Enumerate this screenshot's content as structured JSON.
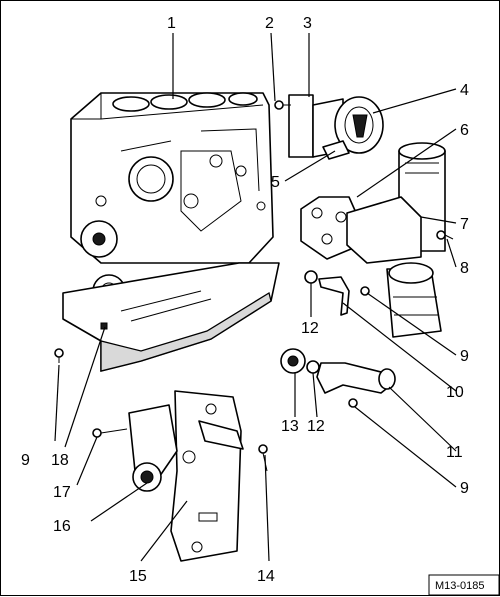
{
  "callouts": [
    {
      "id": "c1",
      "text": "1"
    },
    {
      "id": "c2",
      "text": "2"
    },
    {
      "id": "c3",
      "text": "3"
    },
    {
      "id": "c4",
      "text": "4"
    },
    {
      "id": "c5",
      "text": "5"
    },
    {
      "id": "c6",
      "text": "6"
    },
    {
      "id": "c7",
      "text": "7"
    },
    {
      "id": "c8",
      "text": "8"
    },
    {
      "id": "c9a",
      "text": "9"
    },
    {
      "id": "c9b",
      "text": "9"
    },
    {
      "id": "c9c",
      "text": "9"
    },
    {
      "id": "c10",
      "text": "10"
    },
    {
      "id": "c11",
      "text": "11"
    },
    {
      "id": "c12a",
      "text": "12"
    },
    {
      "id": "c12b",
      "text": "12"
    },
    {
      "id": "c13",
      "text": "13"
    },
    {
      "id": "c14",
      "text": "14"
    },
    {
      "id": "c15",
      "text": "15"
    },
    {
      "id": "c16",
      "text": "16"
    },
    {
      "id": "c17",
      "text": "17"
    },
    {
      "id": "c18",
      "text": "18"
    }
  ],
  "figure_ref": "M13-0185"
}
